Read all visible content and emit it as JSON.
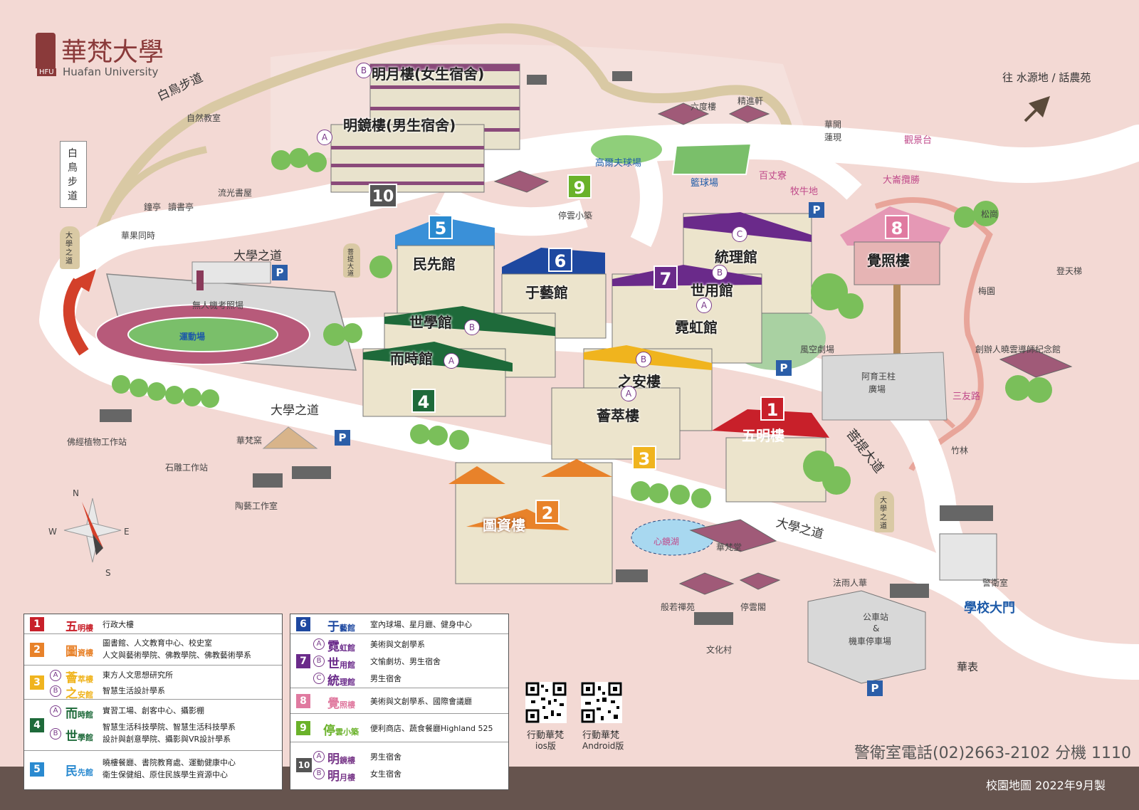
{
  "header": {
    "logo_cn": "華梵大學",
    "logo_en": "Huafan University",
    "logo_abbr": "HFU"
  },
  "top_right": {
    "direction_label": "往 水源地 / 話農苑"
  },
  "roads": {
    "bird_trail": "白鳥步道",
    "univ_road_1": "大學之道",
    "univ_road_2": "大學之道",
    "univ_road_3": "大學之道",
    "bodhi_road": "菩提大道",
    "sanyou_road": "三友路"
  },
  "stones": {
    "bird_trail_stone": "白鳥步道",
    "univ_stone_left": "大學之道",
    "bodhi_stone": "菩提大道",
    "univ_stone_right": "大學之道"
  },
  "buildings": {
    "b1": {
      "num": "1",
      "name": "五明樓"
    },
    "b2": {
      "num": "2",
      "name": "圖資樓"
    },
    "b3": {
      "num": "3",
      "name_a": "薈萃樓",
      "name_b": "之安樓"
    },
    "b4": {
      "num": "4",
      "name_a": "而時館",
      "name_b": "世學館"
    },
    "b5": {
      "num": "5",
      "name": "民先館"
    },
    "b6": {
      "num": "6",
      "name": "于藝館"
    },
    "b7": {
      "num": "7",
      "name_a": "霓虹館",
      "name_b": "世用館",
      "name_c": "統理館"
    },
    "b8": {
      "num": "8",
      "name": "覺照樓"
    },
    "b9": {
      "num": "9",
      "name": "停雲小築"
    },
    "b10": {
      "num": "10",
      "name_a": "明鏡樓(男生宿舍)",
      "name_b": "明月樓(女生宿舍)"
    }
  },
  "places": {
    "nature_class": "自然教室",
    "bell_pavilion": "鐘亭",
    "reading_pavilion": "讀書亭",
    "liuguang": "流光書屋",
    "huaguo": "華果同時",
    "drone": "無人機考照場",
    "stadium": "運動場",
    "sutra_plant": "佛經植物工作站",
    "huafan_kiln": "華梵窯",
    "stone_carving": "石雕工作站",
    "pottery": "陶藝工作室",
    "liudu": "六度樓",
    "jingjin": "精進軒",
    "huakai": "華開",
    "lianxian": "蓮現",
    "golf": "高爾夫球場",
    "basketball": "籃球場",
    "baizhang": "百丈寮",
    "viewpoint": "觀景台",
    "cow_place": "牧牛地",
    "daxian": "大崙攬勝",
    "songgang": "松崗",
    "stairs": "登天梯",
    "plum": "梅園",
    "memorial": "創辦人曉雲導師紀念館",
    "wind_theatre": "風空劇場",
    "ashoka": "阿育王柱",
    "ashoka_2": "廣場",
    "bamboo": "竹林",
    "mirror_lake": "心鏡湖",
    "huafan_hall": "華梵堂",
    "fayu": "法雨人華",
    "bore": "般若禪苑",
    "tingyun_ge": "停雲閣",
    "wenhua": "文化村",
    "guard": "警衛室",
    "gate": "學校大門",
    "bus_1": "公車站",
    "bus_2": "&",
    "bus_3": "機車停車場",
    "huabiao": "華表"
  },
  "parking": "P",
  "compass": {
    "n": "N",
    "e": "E",
    "s": "S",
    "w": "W"
  },
  "legend": {
    "r1": {
      "num": "1",
      "name_main": "五",
      "name_small": "明樓",
      "desc": "行政大樓"
    },
    "r2": {
      "num": "2",
      "name_main": "圖",
      "name_small": "資樓",
      "desc1": "圖書館、人文教育中心、校史室",
      "desc2": "人文與藝術學院、佛教學院、佛教藝術學系"
    },
    "r3": {
      "num": "3",
      "a_mark": "A",
      "a_main": "薈",
      "a_small": "萃樓",
      "a_desc": "東方人文思想研究所",
      "b_mark": "B",
      "b_main": "之",
      "b_small": "安館",
      "b_desc": "智慧生活設計學系"
    },
    "r4": {
      "num": "4",
      "a_mark": "A",
      "a_main": "而",
      "a_small": "時館",
      "a_desc": "實習工場、創客中心、攝影棚",
      "b_mark": "B",
      "b_main": "世",
      "b_small": "學館",
      "b_desc1": "智慧生活科技學院、智慧生活科技學系",
      "b_desc2": "設計與創意學院、攝影與VR設計學系"
    },
    "r5": {
      "num": "5",
      "name_main": "民",
      "name_small": "先館",
      "desc1": "曉樓餐廳、書院教育處、運動健康中心",
      "desc2": "衛生保健組、原住民族學生資源中心"
    },
    "r6": {
      "num": "6",
      "name_main": "于",
      "name_small": "藝館",
      "desc": "室內球場、星月廳、健身中心"
    },
    "r7": {
      "num": "7",
      "a_mark": "A",
      "a_main": "霓",
      "a_small": "虹館",
      "a_desc": "美術與文創學系",
      "b_mark": "B",
      "b_main": "世",
      "b_small": "用館",
      "b_desc": "文愉劇坊、男生宿舍",
      "c_mark": "C",
      "c_main": "統",
      "c_small": "理館",
      "c_desc": "男生宿舍"
    },
    "r8": {
      "num": "8",
      "name_main": "覺",
      "name_small": "照樓",
      "desc": "美術與文創學系、國際會議廳"
    },
    "r9": {
      "num": "9",
      "name_main": "停",
      "name_small": "雲小築",
      "desc": "便利商店、蔬食餐廳Highland 525"
    },
    "r10": {
      "num": "10",
      "a_mark": "A",
      "a_main": "明",
      "a_small": "鏡樓",
      "a_desc": "男生宿舍",
      "b_mark": "B",
      "b_main": "明",
      "b_small": "月樓",
      "b_desc": "女生宿舍"
    }
  },
  "qr": {
    "ios_1": "行動華梵",
    "ios_2": "ios版",
    "android_1": "行動華梵",
    "android_2": "Android版"
  },
  "footer": {
    "phone": "警衛室電話(02)2663-2102 分機 1110",
    "credit": "校園地圖 2022年9月製"
  },
  "colors": {
    "b1": "#c8202a",
    "b2": "#e8822a",
    "b3": "#f0b41e",
    "b4": "#1e6a3a",
    "b5": "#2a8ad0",
    "b6": "#1e48a0",
    "b7": "#6a2a8a",
    "b8": "#e07aa0",
    "b9": "#6ab22a",
    "b10": "#555555",
    "parking": "#2b5ea8"
  }
}
